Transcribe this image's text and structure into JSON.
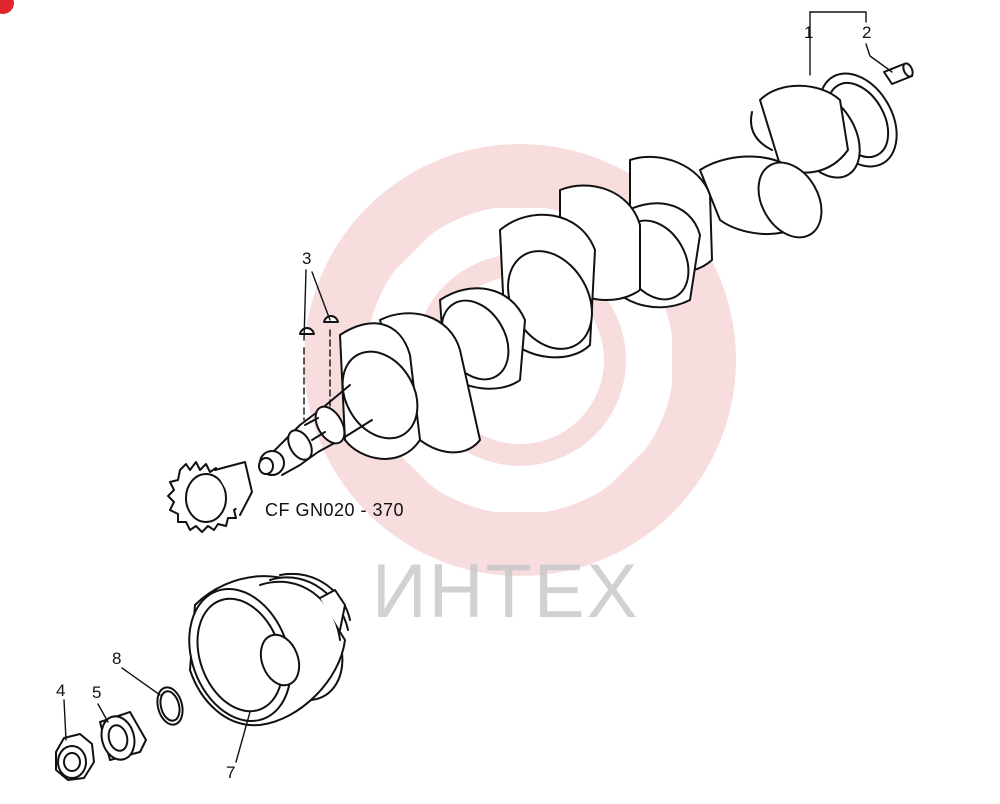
{
  "watermark": {
    "text": "ИНТЕХ",
    "gear_color": "#f3c3c6",
    "text_color": "#c9c9c9"
  },
  "corner_badge_color": "#e0252c",
  "reference_note": "CF GN020 - 370",
  "callouts": [
    {
      "id": "1",
      "text": "1"
    },
    {
      "id": "2",
      "text": "2"
    },
    {
      "id": "3",
      "text": "3"
    },
    {
      "id": "4",
      "text": "4"
    },
    {
      "id": "5",
      "text": "5"
    },
    {
      "id": "7",
      "text": "7"
    },
    {
      "id": "8",
      "text": "8"
    }
  ]
}
